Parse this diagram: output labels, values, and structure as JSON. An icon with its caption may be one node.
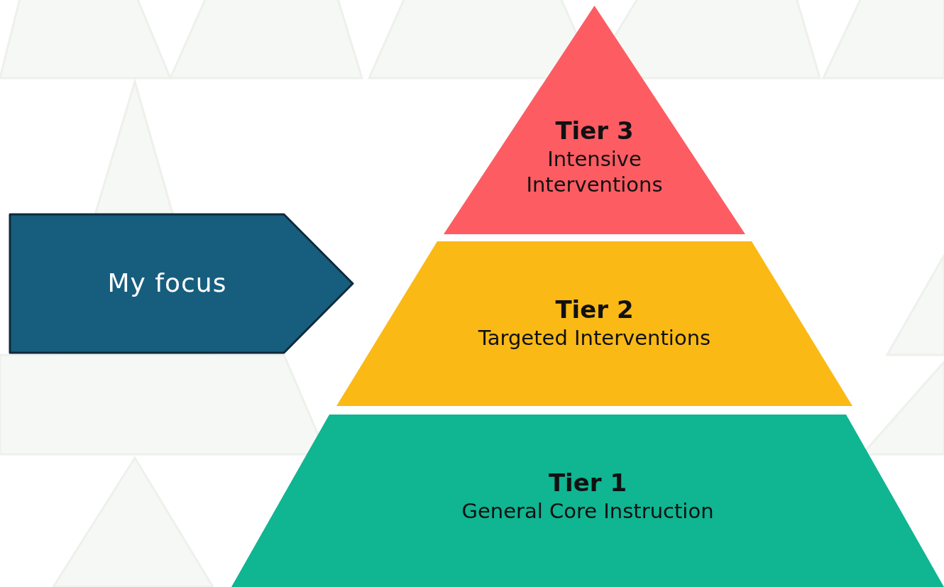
{
  "diagram": {
    "nodes": [
      {
        "text": [
          "Tier 3",
          "Intensive Interventions"
        ]
      },
      {
        "text": [
          "Tier 2",
          "Targeted Interventions"
        ]
      },
      {
        "text": [
          "Tier 1",
          "General Core Instruction"
        ]
      },
      {
        "text": [
          "My focus"
        ]
      }
    ]
  }
}
